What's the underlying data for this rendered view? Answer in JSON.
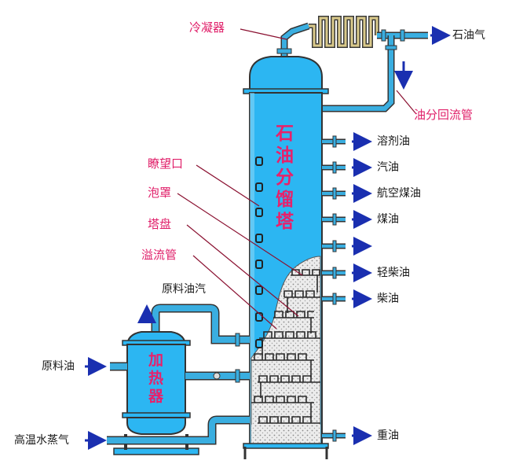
{
  "column_title": [
    "石",
    "油",
    "分",
    "馏",
    "塔"
  ],
  "heater_title": [
    "加",
    "热",
    "器"
  ],
  "labels": {
    "condenser": "冷凝器",
    "petroleum_gas": "石油气",
    "reflux_pipe": "油分回流管",
    "solvent_oil": "溶剂油",
    "gasoline": "汽油",
    "jet_fuel": "航空煤油",
    "kerosene": "煤油",
    "light_diesel": "轻柴油",
    "diesel": "柴油",
    "heavy_oil": "重油",
    "sight_glass": "瞭望口",
    "bubble_cap": "泡罩",
    "tray": "塔盘",
    "overflow_pipe": "溢流管",
    "feed_vapor": "原料油汽",
    "feed_oil": "原料油",
    "steam": "高温水蒸气"
  },
  "colors": {
    "vessel": "#2cb6f2",
    "pipe": "#3aaee0",
    "arrow": "#1a2fb0",
    "label_red": "#e0206a",
    "liquid": "#e6e6e6"
  }
}
